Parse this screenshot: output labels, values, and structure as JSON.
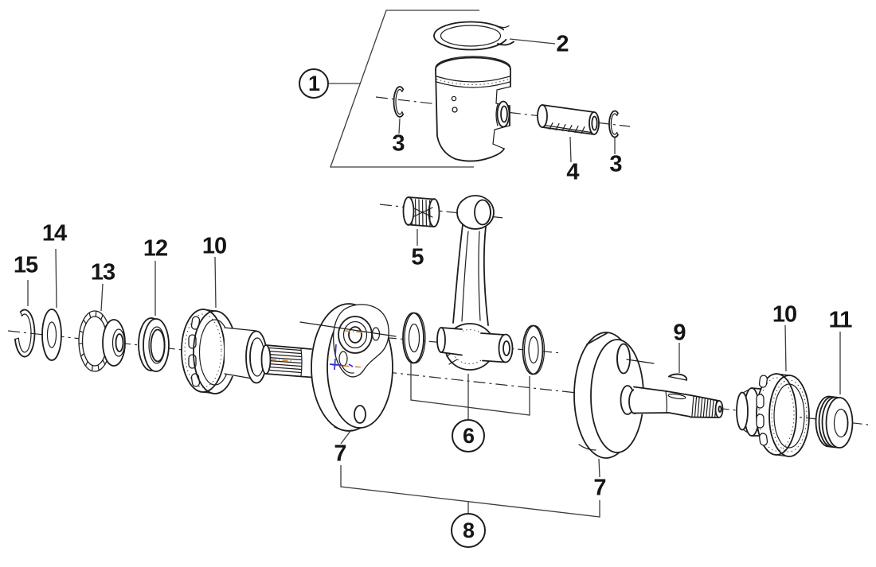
{
  "figure": {
    "background": "#ffffff",
    "line_color": "#1d1d1d",
    "leader_color": "#3c3c3c",
    "accent_orange": "#e0873a",
    "accent_blue": "#3434d6"
  },
  "callouts": {
    "c1": "1",
    "c2": "2",
    "c3a": "3",
    "c4": "4",
    "c3b": "3",
    "c5": "5",
    "c6": "6",
    "c7a": "7",
    "c7b": "7",
    "c8": "8",
    "c9": "9",
    "c10a": "10",
    "c10b": "10",
    "c11": "11",
    "c12": "12",
    "c13": "13",
    "c14": "14",
    "c15": "15"
  }
}
